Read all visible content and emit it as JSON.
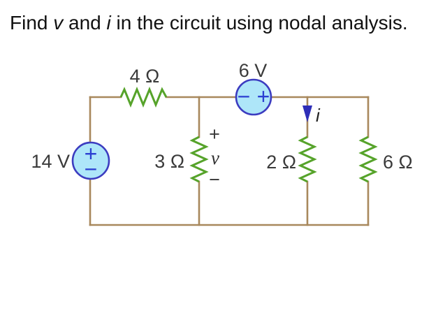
{
  "title": {
    "part1": "Find ",
    "var_v": "v",
    "part2": " and ",
    "var_i": "i",
    "part3": " in the circuit using nodal analysis."
  },
  "labels": {
    "source_left": "14 V",
    "source_top": "6 V",
    "resistor_top": "4 Ω",
    "resistor_mid": "3 Ω",
    "resistor_right": "2 Ω",
    "resistor_far_right": "6 Ω",
    "current": "i"
  },
  "voltage_marking": {
    "plus": "+",
    "v": "v",
    "minus": "−"
  },
  "icons": {
    "source14_plus": "+",
    "source14_minus": "−",
    "source6_minus": "−",
    "source6_plus": "+"
  },
  "colors": {
    "wire": "#a8885c",
    "resistor_green": "#56a32a",
    "source_fill": "#aee6f9",
    "source_border": "#3c3cc0",
    "source_symbol": "#2b3fd1",
    "current_arrow": "#2e2eb8",
    "label_text": "#3a3a3a",
    "title_text": "#111111"
  }
}
